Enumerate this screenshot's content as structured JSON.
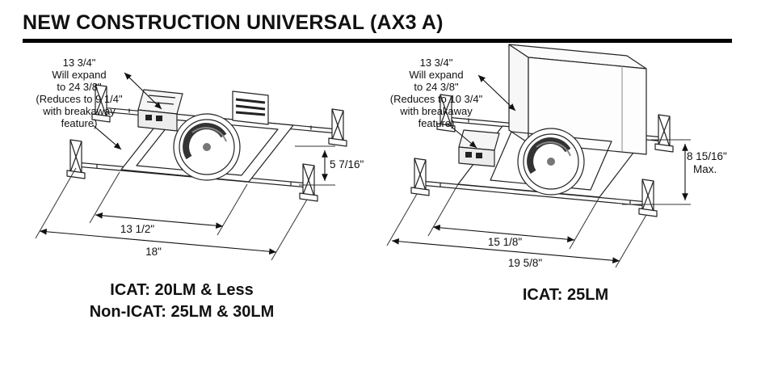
{
  "page": {
    "title": "NEW CONSTRUCTION UNIVERSAL (AX3 A)"
  },
  "left_figure": {
    "note_lines": [
      "13 3/4\"",
      "Will expand",
      "to 24 3/8\"",
      "(Reduces to 9 1/4\"",
      "with breakaway",
      "feature)"
    ],
    "height_dim": "5 7/16\"",
    "inner_dim": "13 1/2\"",
    "outer_dim": "18\"",
    "caption_lines": [
      "ICAT: 20LM & Less",
      "Non-ICAT: 25LM & 30LM"
    ]
  },
  "right_figure": {
    "note_lines": [
      "13 3/4\"",
      "Will expand",
      "to 24 3/8\"",
      "(Reduces to 10 3/4\"",
      "with breakaway",
      "feature)"
    ],
    "height_dim": "8 15/16\"",
    "height_dim_suffix": "Max.",
    "inner_dim": "15 1/8\"",
    "outer_dim": "19 5/8\"",
    "caption_lines": [
      "ICAT: 25LM"
    ]
  }
}
